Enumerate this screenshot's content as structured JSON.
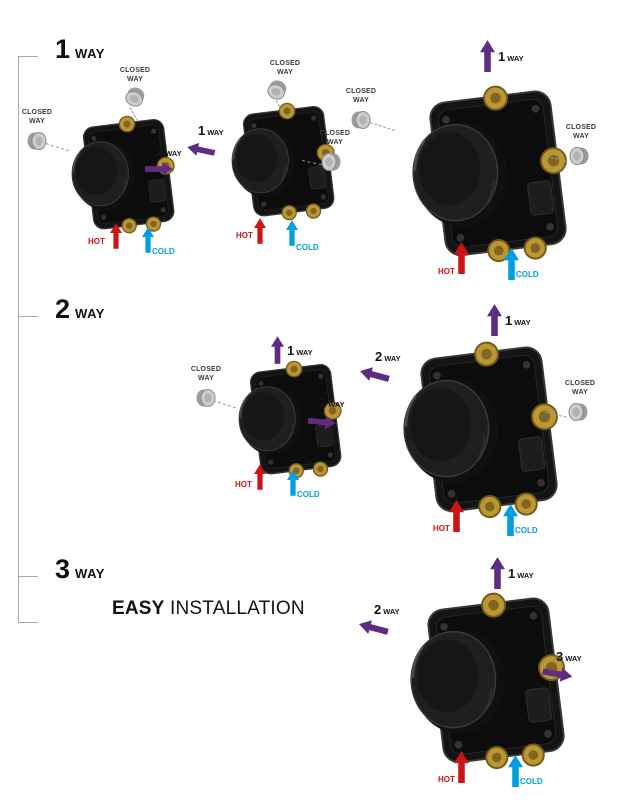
{
  "sections": [
    {
      "num": "1",
      "way": "WAY"
    },
    {
      "num": "2",
      "way": "WAY"
    },
    {
      "num": "3",
      "way": "WAY"
    }
  ],
  "tagline": {
    "bold": "EASY",
    "rest": " INSTALLATION"
  },
  "labels": {
    "closed_l1": "CLOSED",
    "closed_l2": "WAY",
    "hot": "HOT",
    "cold": "COLD",
    "way": "WAY",
    "w1": "1",
    "w2": "2",
    "w3": "3"
  },
  "colors": {
    "way_arrow": "#5e2d82",
    "hot": "#cc1417",
    "cold": "#009fe3",
    "closed_cap": "#9c9c9c",
    "valve_body": "#141414",
    "brass": "#bb9733"
  }
}
